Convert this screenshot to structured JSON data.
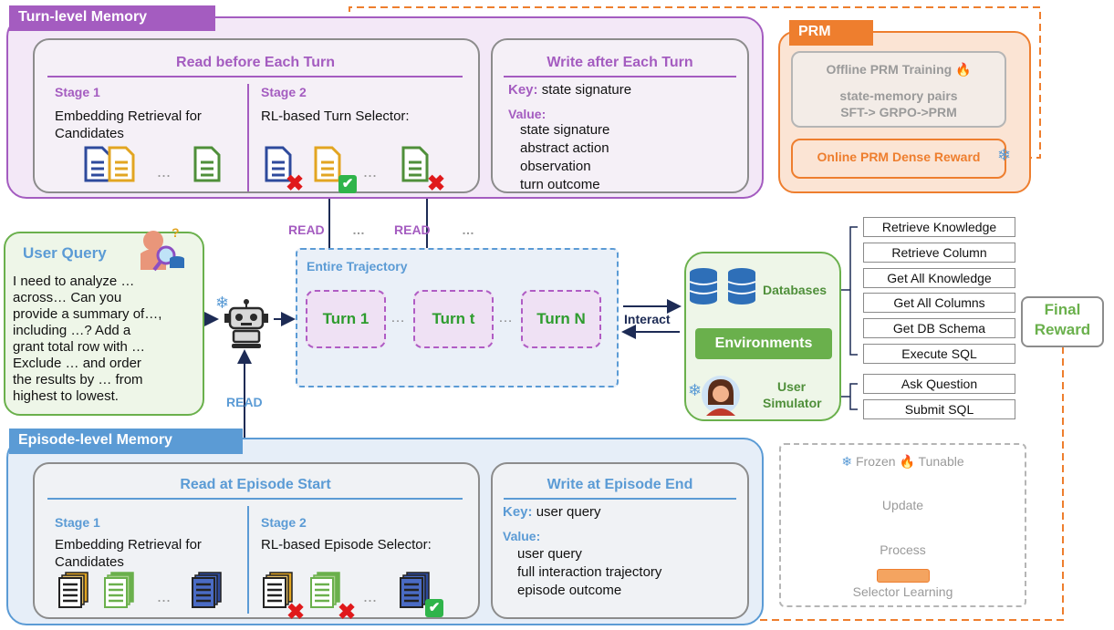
{
  "turn_memory": {
    "tag": "Turn-level Memory",
    "read": {
      "title": "Read before Each Turn",
      "stage1_label": "Stage 1",
      "stage1_text_a": "Embedding Retrieval for",
      "stage1_text_b": "Candidates",
      "stage2_label": "Stage 2",
      "stage2_text": "RL-based Turn Selector:",
      "ellipsis": "..."
    },
    "write": {
      "title": "Write after Each Turn",
      "key_label": "Key:",
      "key_value": "state signature",
      "value_label": "Value:",
      "values": [
        "state signature",
        "abstract action",
        "observation",
        "turn outcome"
      ]
    }
  },
  "prm": {
    "tag": "PRM",
    "offline_title": "Offline PRM Training",
    "offline_line1": "state-memory pairs",
    "offline_line2": "SFT-> GRPO->PRM",
    "online": "Online PRM Dense Reward"
  },
  "user_query": {
    "title": "User Query",
    "lines": [
      "I need to analyze …",
      "across… Can you",
      "provide a summary of…,",
      "including …? Add a",
      "grant total row with …",
      "Exclude … and order",
      "the results by … from",
      "highest to lowest."
    ]
  },
  "read_labels": {
    "read1": "READ",
    "dots1": "…",
    "read2": "READ",
    "dots2": "…",
    "read_episode": "READ"
  },
  "trajectory": {
    "title": "Entire Trajectory",
    "turns": [
      "Turn 1",
      "Turn t",
      "Turn N"
    ],
    "sep": "…"
  },
  "interact_label": "Interact",
  "environment": {
    "databases_label": "Databases",
    "env_label": "Environments",
    "user_label": "User",
    "simulator_label": "Simulator"
  },
  "tools_db": [
    "Retrieve Knowledge",
    "Retrieve Column",
    "Get All Knowledge",
    "Get All Columns",
    "Get DB Schema",
    "Execute SQL"
  ],
  "tools_user": [
    "Ask Question",
    "Submit SQL"
  ],
  "final_reward": {
    "line1": "Final",
    "line2": "Reward"
  },
  "episode_memory": {
    "tag": "Episode-level Memory",
    "read": {
      "title": "Read at Episode Start",
      "stage1_label": "Stage 1",
      "stage1_text_a": "Embedding Retrieval for",
      "stage1_text_b": "Candidates",
      "stage2_label": "Stage 2",
      "stage2_text": "RL-based Episode Selector:",
      "ellipsis": "..."
    },
    "write": {
      "title": "Write at Episode End",
      "key_label": "Key:",
      "key_value": "user query",
      "value_label": "Value:",
      "values": [
        "user query",
        "full interaction trajectory",
        "episode outcome"
      ]
    }
  },
  "legend": {
    "frozen": "Frozen",
    "tunable": "Tunable",
    "update": "Update",
    "process": "Process",
    "selector": "Selector Learning"
  },
  "colors": {
    "purple": "#a45cc0",
    "orange": "#ee7e2e",
    "green": "#6ab04c",
    "blue": "#5b9bd5"
  }
}
